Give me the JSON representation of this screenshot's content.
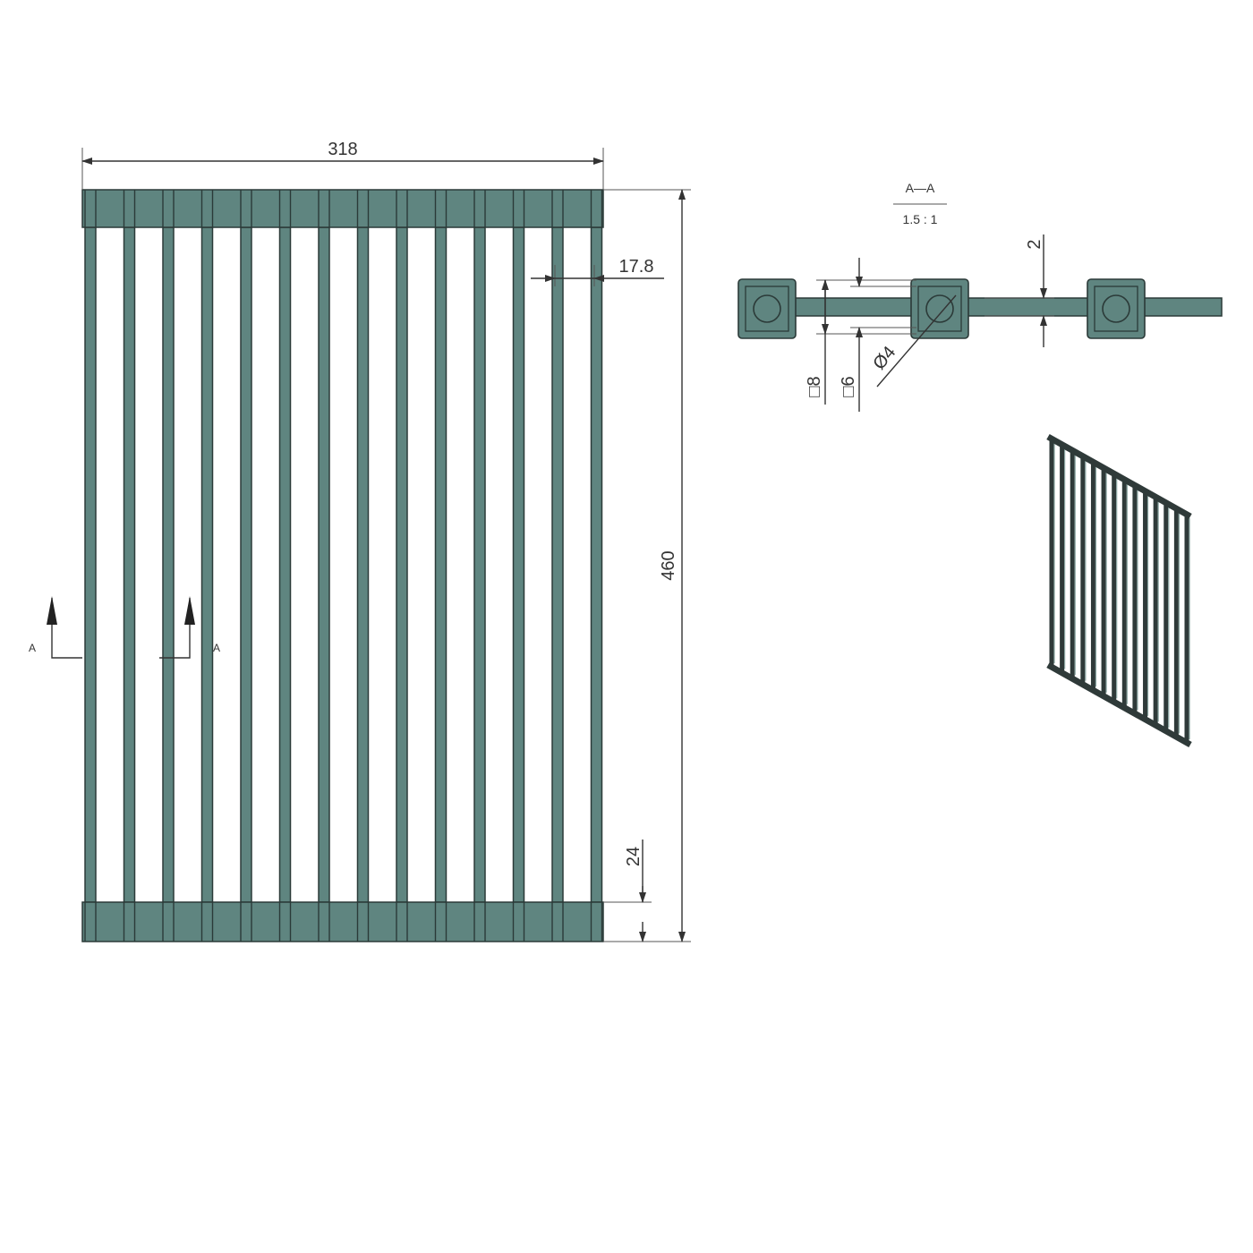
{
  "front_view": {
    "bar_count": 14,
    "dimensions": {
      "width": "318",
      "height": "460",
      "bar_pitch": "17.8",
      "end_cap_height": "24"
    },
    "section_marker": {
      "label_left": "A",
      "label_right": "A"
    }
  },
  "section_view": {
    "title": "A—A",
    "scale": "1.5 : 1",
    "dimensions": {
      "link_thickness": "2",
      "outer_square": "□8",
      "inner_square": "□6",
      "rod_diameter": "Ø4"
    }
  },
  "isometric_view": {
    "bar_count": 14
  },
  "colors": {
    "fill": "#5f8580",
    "edge": "#2b3a38",
    "line": "#333333"
  }
}
